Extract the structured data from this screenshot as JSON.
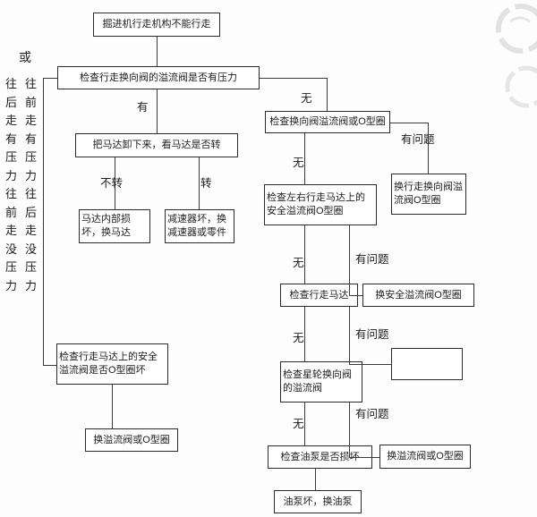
{
  "flowchart": {
    "nodes": {
      "start": "掘进机行走机构不能行走",
      "check_pressure": "检查行走换向阀的溢流阀是否有压力",
      "remove_motor": "把马达卸下来，看马达是否转",
      "motor_damaged": "马达内部损坏，换马达",
      "reducer_broken": "减速器坏，换减速器或零件",
      "check_reversing_valve": "检查换向阀溢流阀或O型圈",
      "replace_travel_valve_oring": "换行走换向阀溢流阀O型圈",
      "check_lr_motor_valves": "检查左右行走马达上的安全溢流阀O型圈",
      "replace_safety_valve_oring": "换安全溢流阀O型圈",
      "check_travel_motor": "检查行走马达",
      "unlabeled": "",
      "check_star_valve": "检查星轮换向阀的溢流阀",
      "replace_valve_oring_right": "换溢流阀或O型圈",
      "check_oil_pump": "检查油泵是否损坏",
      "replace_oil_pump": "油泵坏，换油泵",
      "check_motor_safety_valve": "检查行走马达上的安全溢流阀是否O型圈坏",
      "replace_valve_oring_left": "换溢流阀或O型圈"
    },
    "edge_labels": {
      "has_pressure": "有",
      "no_pressure": "无",
      "not_turning": "不转",
      "turning": "转",
      "has_problem": "有问题",
      "or": "或",
      "cond_forward": "往前走有压力往后走没压力",
      "cond_backward": "往后走有压力往前走没压力"
    }
  }
}
